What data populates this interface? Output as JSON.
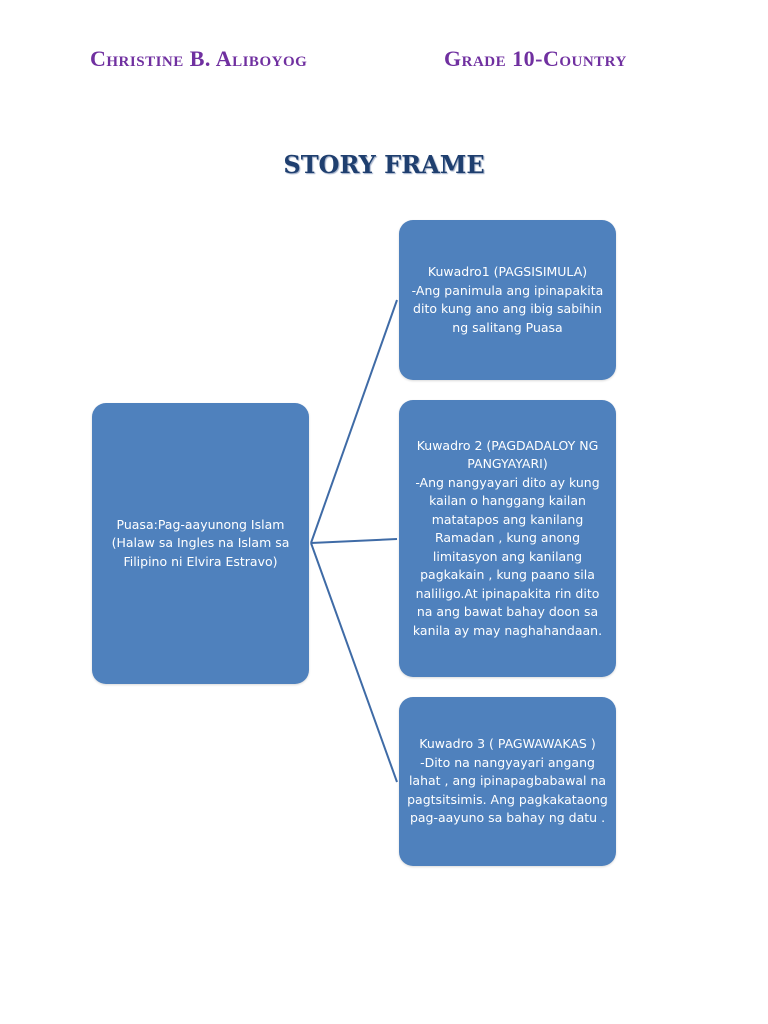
{
  "header": {
    "student_name": "Christine B. Aliboyog",
    "grade_section": "Grade 10-Country"
  },
  "title": "STORY FRAME",
  "colors": {
    "box_fill": "#4f81bd",
    "connector": "#3f6ba6",
    "header_text": "#7030a0",
    "title_text": "#1f3f6f"
  },
  "diagram": {
    "root": {
      "lines": [
        "Puasa:Pag-aayunong Islam",
        "(Halaw sa Ingles na Islam sa",
        "Filipino ni Elvira Estravo)"
      ]
    },
    "frames": [
      {
        "heading": "Kuwadro1 (PAGSISIMULA)",
        "lines": [
          "-Ang panimula ang ipinapakita",
          "dito kung ano ang ibig sabihin",
          "ng salitang Puasa"
        ]
      },
      {
        "heading": "Kuwadro 2 (PAGDADALOY NG",
        "lines": [
          "PANGYAYARI)",
          "-Ang nangyayari dito ay kung",
          "kailan o hanggang kailan",
          "matatapos ang kanilang",
          "Ramadan , kung anong",
          "limitasyon ang kanilang",
          "pagkakain , kung paano sila",
          "naliligo.At ipinapakita rin dito",
          "na ang bawat bahay doon sa",
          "kanila ay may naghahandaan."
        ]
      },
      {
        "heading": "Kuwadro 3 ( PAGWAWAKAS )",
        "lines": [
          "-Dito na nangyayari angang",
          "lahat , ang ipinapagbabawal na",
          "pagtsitsimis. Ang pagkakataong",
          "pag-aayuno sa bahay ng datu ."
        ]
      }
    ]
  }
}
